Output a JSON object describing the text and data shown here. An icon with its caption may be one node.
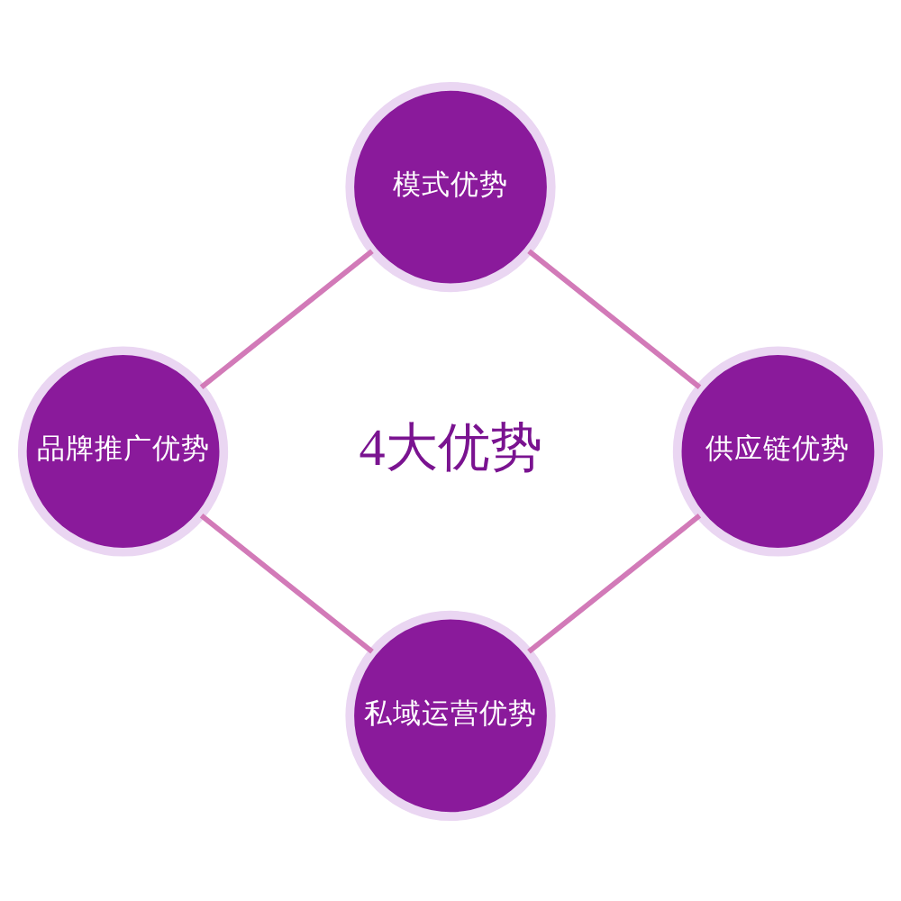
{
  "diagram": {
    "nodes": [
      {
        "text": [
          "模式优势"
        ]
      },
      {
        "text": [
          "品牌推广优势"
        ]
      },
      {
        "text": [
          "供应链优势"
        ]
      },
      {
        "text": [
          "私域运营优势"
        ]
      }
    ],
    "edges": [
      {
        "from": 0,
        "to": 2,
        "arrow": "none"
      },
      {
        "from": 2,
        "to": 3,
        "arrow": "none"
      },
      {
        "from": 3,
        "to": 1,
        "arrow": "none"
      },
      {
        "from": 1,
        "to": 0,
        "arrow": "none"
      }
    ],
    "labels": [
      "4大优势"
    ]
  }
}
